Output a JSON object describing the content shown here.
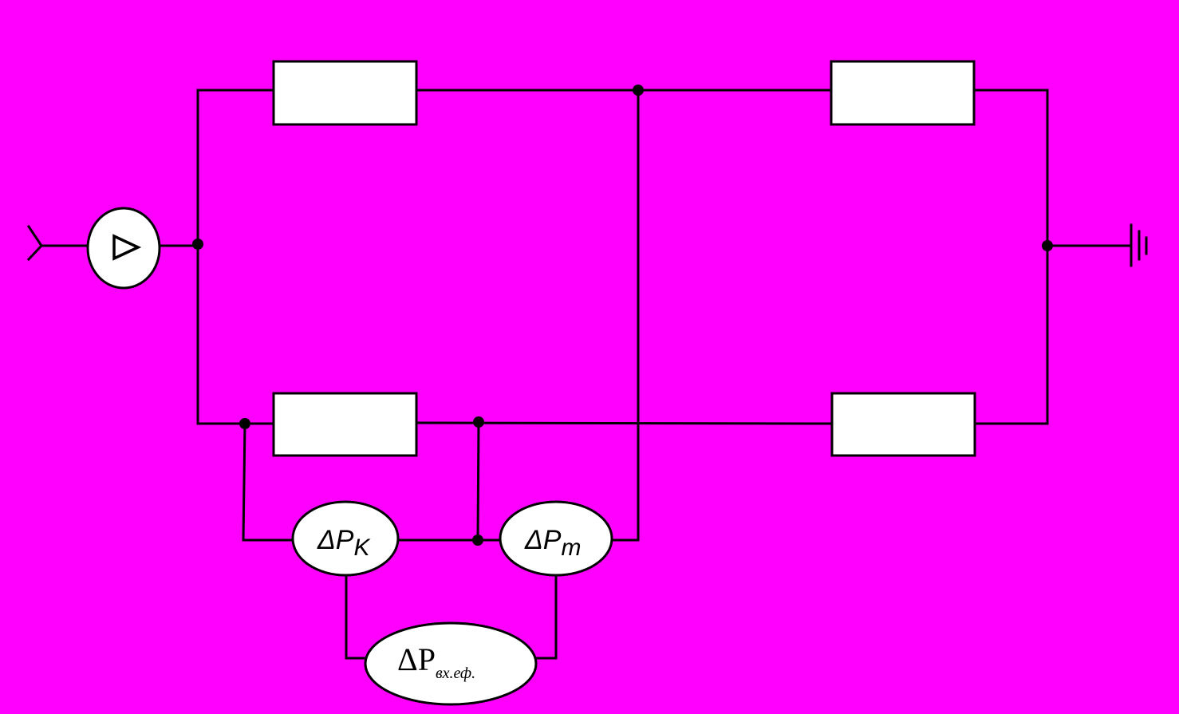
{
  "colors": {
    "background": "#ff00ff",
    "line": "#000000",
    "block_fill": "#ffffff"
  },
  "labels": {
    "delta_pk": {
      "main": "ΔP",
      "sub": "K"
    },
    "delta_pm": {
      "main": "ΔP",
      "sub": "m"
    },
    "delta_pex": {
      "main": "ΔP",
      "sub": "вх.еф."
    }
  },
  "icons": {
    "input": "antenna-icon",
    "amplifier": "triangle-icon",
    "output": "ground-icon"
  }
}
